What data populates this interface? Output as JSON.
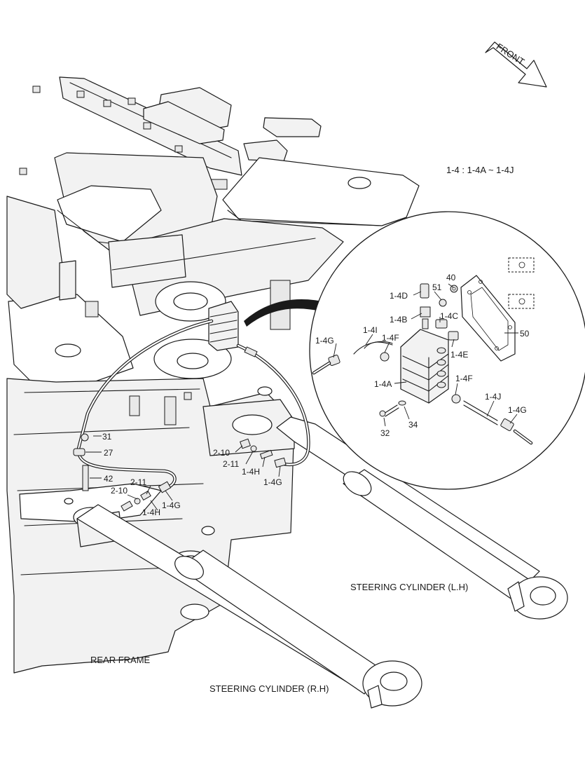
{
  "direction_arrow": {
    "label": "FRONT"
  },
  "range_note": "1-4 : 1-4A ~ 1-4J",
  "assembly_labels": {
    "steering_cylinder_lh": "STEERING CYLINDER (L.H)",
    "steering_cylinder_rh": "STEERING CYLINDER (R.H)",
    "rear_frame": "REAR FRAME"
  },
  "callouts_main": [
    "31",
    "27",
    "42",
    "2-10",
    "2-11",
    "1-4H",
    "1-4G",
    "2-10",
    "2-11",
    "1-4H",
    "1-4G"
  ],
  "callouts_detail": [
    "40",
    "1-4D",
    "51",
    "1-4B",
    "1-4C",
    "1-4I",
    "1-4G",
    "1-4F",
    "1-4E",
    "50",
    "1-4A",
    "1-4F",
    "1-4J",
    "1-4G",
    "32",
    "34"
  ],
  "colors": {
    "line": "#1a1a1a",
    "shade": "#f2f2f2",
    "background": "#ffffff"
  }
}
